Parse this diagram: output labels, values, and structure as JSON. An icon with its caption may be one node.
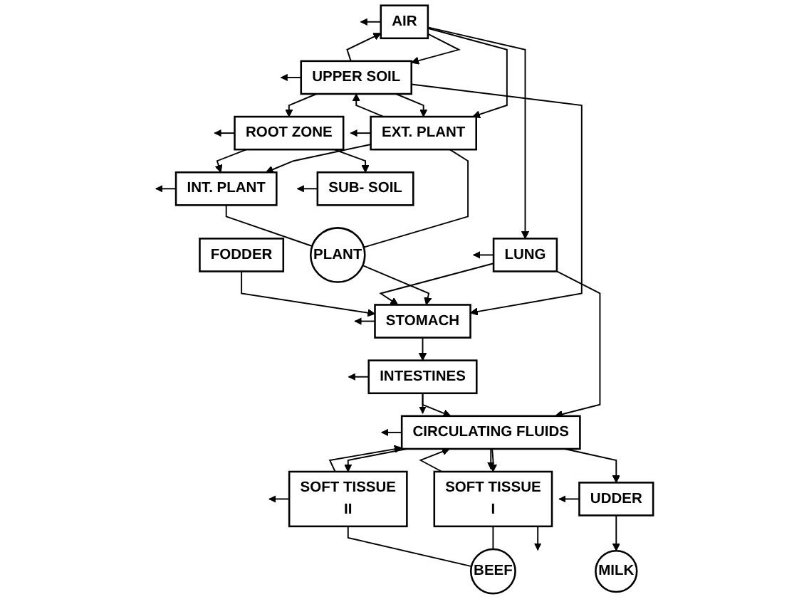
{
  "diagram": {
    "nodes": [
      {
        "text": [
          "AIR"
        ]
      },
      {
        "text": [
          "UPPER SOIL"
        ]
      },
      {
        "text": [
          "EXT. PLANT"
        ]
      },
      {
        "text": [
          "PLANT"
        ]
      },
      {
        "text": [
          "ROOT ZONE"
        ]
      },
      {
        "text": [
          "INT. PLANT"
        ]
      },
      {
        "text": [
          "LUNG"
        ]
      },
      {
        "text": [
          "SUB- SOIL"
        ]
      },
      {
        "text": [
          "BEEF"
        ]
      },
      {
        "text": [
          "FODDER"
        ]
      },
      {
        "text": [
          "STOMACH"
        ]
      },
      {
        "text": [
          "SOFT TISSUE",
          "I"
        ]
      },
      {
        "text": [
          "SOFT TISSUE",
          "II"
        ]
      },
      {
        "text": [
          "INTESTINES"
        ]
      },
      {
        "text": [
          "CIRCULATING FLUIDS"
        ]
      },
      {
        "text": [
          "UDDER"
        ]
      },
      {
        "text": [
          "MILK"
        ]
      }
    ],
    "edges": [
      {
        "from": 0,
        "to": null,
        "arrow": "to"
      },
      {
        "from": 1,
        "to": 0,
        "arrow": "to"
      },
      {
        "from": 0,
        "to": 1,
        "arrow": "to"
      },
      {
        "from": 1,
        "to": 10,
        "arrow": "to"
      },
      {
        "from": 0,
        "to": 2,
        "arrow": "to"
      },
      {
        "from": 0,
        "to": 6,
        "arrow": "to"
      },
      {
        "from": 1,
        "to": null,
        "arrow": "to"
      },
      {
        "from": 1,
        "to": 2,
        "arrow": "to"
      },
      {
        "from": 2,
        "to": null,
        "arrow": "to"
      },
      {
        "from": 2,
        "to": 1,
        "arrow": "to"
      },
      {
        "from": 1,
        "to": 4,
        "arrow": "to"
      },
      {
        "from": 2,
        "to": 5,
        "arrow": "to"
      },
      {
        "from": 2,
        "to": 3,
        "arrow": "none"
      },
      {
        "from": 5,
        "to": 3,
        "arrow": "none"
      },
      {
        "from": 4,
        "to": null,
        "arrow": "to"
      },
      {
        "from": 4,
        "to": 5,
        "arrow": "to"
      },
      {
        "from": 5,
        "to": null,
        "arrow": "to"
      },
      {
        "from": 4,
        "to": 7,
        "arrow": "to"
      },
      {
        "from": 7,
        "to": null,
        "arrow": "to"
      },
      {
        "from": 3,
        "to": 10,
        "arrow": "to"
      },
      {
        "from": 6,
        "to": null,
        "arrow": "to"
      },
      {
        "from": 6,
        "to": 10,
        "arrow": "to"
      },
      {
        "from": 6,
        "to": 14,
        "arrow": "to"
      },
      {
        "from": 9,
        "to": 10,
        "arrow": "to"
      },
      {
        "from": 8,
        "to": 11,
        "arrow": "none"
      },
      {
        "from": 8,
        "to": 12,
        "arrow": "none"
      },
      {
        "from": 10,
        "to": null,
        "arrow": "to"
      },
      {
        "from": 10,
        "to": 13,
        "arrow": "to"
      },
      {
        "from": 11,
        "to": null,
        "arrow": "to"
      },
      {
        "from": 11,
        "to": 14,
        "arrow": "to"
      },
      {
        "from": 14,
        "to": 11,
        "arrow": "to"
      },
      {
        "from": 12,
        "to": null,
        "arrow": "to"
      },
      {
        "from": 14,
        "to": 12,
        "arrow": "to"
      },
      {
        "from": 12,
        "to": 14,
        "arrow": "to"
      },
      {
        "from": 13,
        "to": null,
        "arrow": "to"
      },
      {
        "from": 13,
        "to": 14,
        "arrow": "to"
      },
      {
        "from": 13,
        "to": null,
        "arrow": "to"
      },
      {
        "from": 14,
        "to": null,
        "arrow": "to"
      },
      {
        "from": 14,
        "to": null,
        "arrow": "to"
      },
      {
        "from": 14,
        "to": 15,
        "arrow": "to"
      },
      {
        "from": 15,
        "to": null,
        "arrow": "to"
      },
      {
        "from": 15,
        "to": 16,
        "arrow": "to"
      }
    ]
  }
}
